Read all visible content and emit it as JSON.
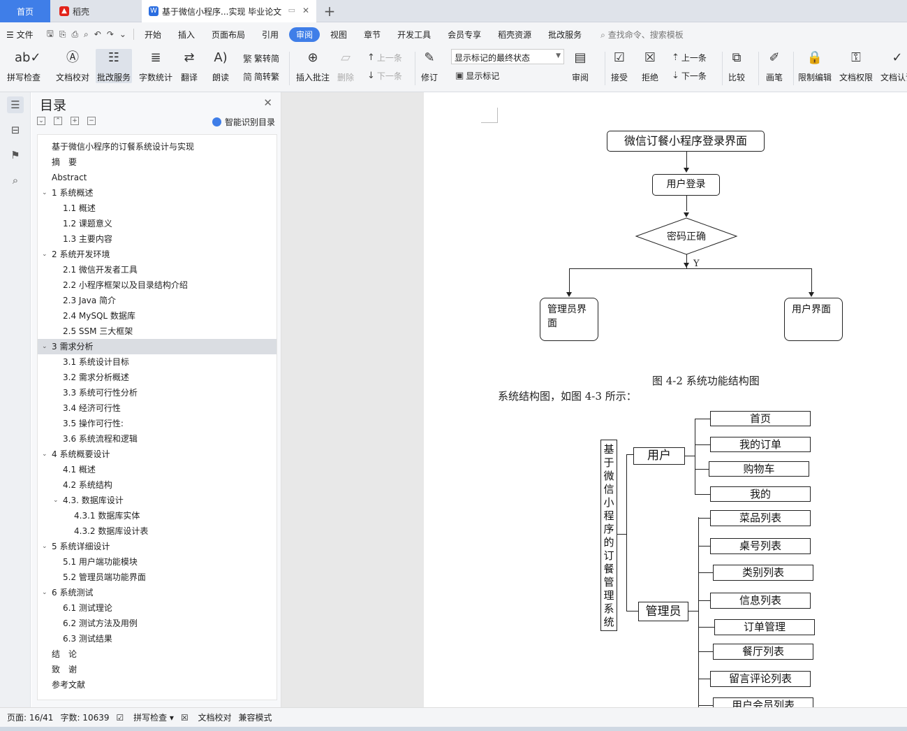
{
  "tabs": {
    "home": "首页",
    "daoke": "稻壳",
    "doc": "基于微信小程序...实现 毕业论文"
  },
  "menu": {
    "file": "文件",
    "items": [
      "开始",
      "插入",
      "页面布局",
      "引用",
      "审阅",
      "视图",
      "章节",
      "开发工具",
      "会员专享",
      "稻壳资源",
      "批改服务"
    ],
    "active_index": 4,
    "search": "查找命令、搜索模板"
  },
  "ribbon": {
    "spell": "拼写检查",
    "proof": "文档校对",
    "correct": "批改服务",
    "count": "字数统计",
    "translate": "翻译",
    "read": "朗读",
    "t2s": "繁转简",
    "s2t": "简转繁",
    "insert_comment": "插入批注",
    "delete": "删除",
    "prev": "上一条",
    "next": "下一条",
    "revise": "修订",
    "mark_state": "显示标记的最终状态",
    "show_marks": "显示标记",
    "review": "审阅",
    "accept": "接受",
    "reject": "拒绝",
    "prev2": "上一条",
    "next2": "下一条",
    "compare": "比较",
    "pen": "画笔",
    "restrict": "限制编辑",
    "rights": "文档权限",
    "cert": "文档认证"
  },
  "toc": {
    "title": "目录",
    "smart": "智能识别目录",
    "items": [
      {
        "text": "基于微信小程序的订餐系统设计与实现",
        "level": 0,
        "chevron": false
      },
      {
        "text": "摘　要",
        "level": 0,
        "chevron": false
      },
      {
        "text": "Abstract",
        "level": 0,
        "chevron": false
      },
      {
        "text": "1  系统概述",
        "level": 0,
        "chevron": true
      },
      {
        "text": "1.1  概述",
        "level": 1,
        "chevron": false
      },
      {
        "text": "1.2 课题意义",
        "level": 1,
        "chevron": false
      },
      {
        "text": "1.3  主要内容",
        "level": 1,
        "chevron": false
      },
      {
        "text": "2  系统开发环境",
        "level": 0,
        "chevron": true
      },
      {
        "text": "2.1 微信开发者工具",
        "level": 1,
        "chevron": false
      },
      {
        "text": "2.2 小程序框架以及目录结构介绍",
        "level": 1,
        "chevron": false
      },
      {
        "text": "2.3 Java 简介",
        "level": 1,
        "chevron": false
      },
      {
        "text": "2.4 MySQL 数据库",
        "level": 1,
        "chevron": false
      },
      {
        "text": "2.5 SSM 三大框架",
        "level": 1,
        "chevron": false
      },
      {
        "text": "3  需求分析",
        "level": 0,
        "chevron": true,
        "selected": true
      },
      {
        "text": "3.1  系统设计目标",
        "level": 1,
        "chevron": false
      },
      {
        "text": "3.2 需求分析概述",
        "level": 1,
        "chevron": false
      },
      {
        "text": "3.3  系统可行性分析",
        "level": 1,
        "chevron": false
      },
      {
        "text": "3.4 经济可行性",
        "level": 1,
        "chevron": false
      },
      {
        "text": "3.5 操作可行性:",
        "level": 1,
        "chevron": false
      },
      {
        "text": "3.6 系统流程和逻辑",
        "level": 1,
        "chevron": false
      },
      {
        "text": "4 系统概要设计",
        "level": 0,
        "chevron": true
      },
      {
        "text": "4.1  概述",
        "level": 1,
        "chevron": false
      },
      {
        "text": "4.2  系统结构",
        "level": 1,
        "chevron": false
      },
      {
        "text": "4.3.  数据库设计",
        "level": 1,
        "chevron": true
      },
      {
        "text": "4.3.1  数据库实体",
        "level": 2,
        "chevron": false
      },
      {
        "text": "4.3.2  数据库设计表",
        "level": 2,
        "chevron": false
      },
      {
        "text": "5 系统详细设计",
        "level": 0,
        "chevron": true
      },
      {
        "text": "5.1 用户端功能模块",
        "level": 1,
        "chevron": false
      },
      {
        "text": "5.2 管理员端功能界面",
        "level": 1,
        "chevron": false
      },
      {
        "text": "6  系统测试",
        "level": 0,
        "chevron": true
      },
      {
        "text": "6.1  测试理论",
        "level": 1,
        "chevron": false
      },
      {
        "text": "6.2  测试方法及用例",
        "level": 1,
        "chevron": false
      },
      {
        "text": "6.3 测试结果",
        "level": 1,
        "chevron": false
      },
      {
        "text": "结　论",
        "level": 0,
        "chevron": false
      },
      {
        "text": "致　谢",
        "level": 0,
        "chevron": false
      },
      {
        "text": "参考文献",
        "level": 0,
        "chevron": false
      }
    ]
  },
  "flow": {
    "login_page": "微信订餐小程序登录界面",
    "user_login": "用户登录",
    "pwd_check": "密码正确",
    "yes": "Y",
    "admin_ui": "管理员界面",
    "user_ui": "用户界面",
    "caption": "图 4-2 系统功能结构图",
    "paragraph": "系统结构图，如图 4-3 所示："
  },
  "structure": {
    "root": "基于微信小程序的订餐管理系统",
    "user": "用户",
    "user_items": [
      "首页",
      "我的订单",
      "购物车",
      "我的"
    ],
    "admin": "管理员",
    "admin_items": [
      "菜品列表",
      "桌号列表",
      "类别列表",
      "信息列表",
      "订单管理",
      "餐厅列表",
      "留言评论列表",
      "用户会员列表"
    ]
  },
  "status": {
    "page": "页面: 16/41",
    "words": "字数: 10639",
    "spell": "拼写检查",
    "proof": "文档校对",
    "compat": "兼容模式"
  }
}
